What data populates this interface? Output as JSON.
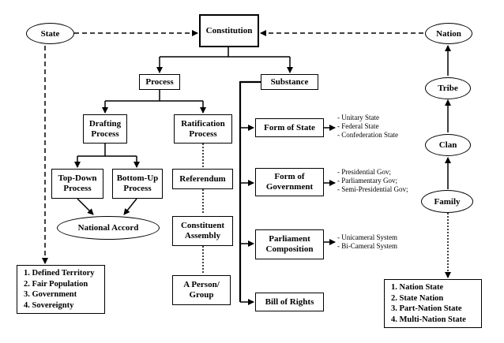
{
  "nodes": {
    "state": "State",
    "constitution": "Constitution",
    "nation": "Nation",
    "process": "Process",
    "substance": "Substance",
    "drafting": "Drafting Process",
    "ratification": "Ratification Process",
    "top_down": "Top-Down Process",
    "bottom_up": "Bottom-Up Process",
    "national_accord": "National Accord",
    "referendum": "Referendum",
    "constituent_assembly": "Constituent Assembly",
    "person_group": "A Person/ Group",
    "form_of_state": "Form of State",
    "form_of_government": "Form of Government",
    "parliament_composition": "Parliament Composition",
    "bill_of_rights": "Bill of Rights",
    "tribe": "Tribe",
    "clan": "Clan",
    "family": "Family"
  },
  "notes": {
    "form_of_state": [
      "- Unitary State",
      "- Federal State",
      "- Confederation State"
    ],
    "form_of_government": [
      "- Presidential Gov;",
      "- Parliamentary Gov;",
      "- Semi-Presidential Gov;"
    ],
    "parliament": [
      "- Unicameral System",
      "- Bi-Cameral System"
    ]
  },
  "lists": {
    "state": [
      "1. Defined Territory",
      "2. Fair Population",
      "3. Government",
      "4. Sovereignty"
    ],
    "nation": [
      "1. Nation State",
      "2. State Nation",
      "3. Part-Nation State",
      "4. Multi-Nation State"
    ]
  }
}
